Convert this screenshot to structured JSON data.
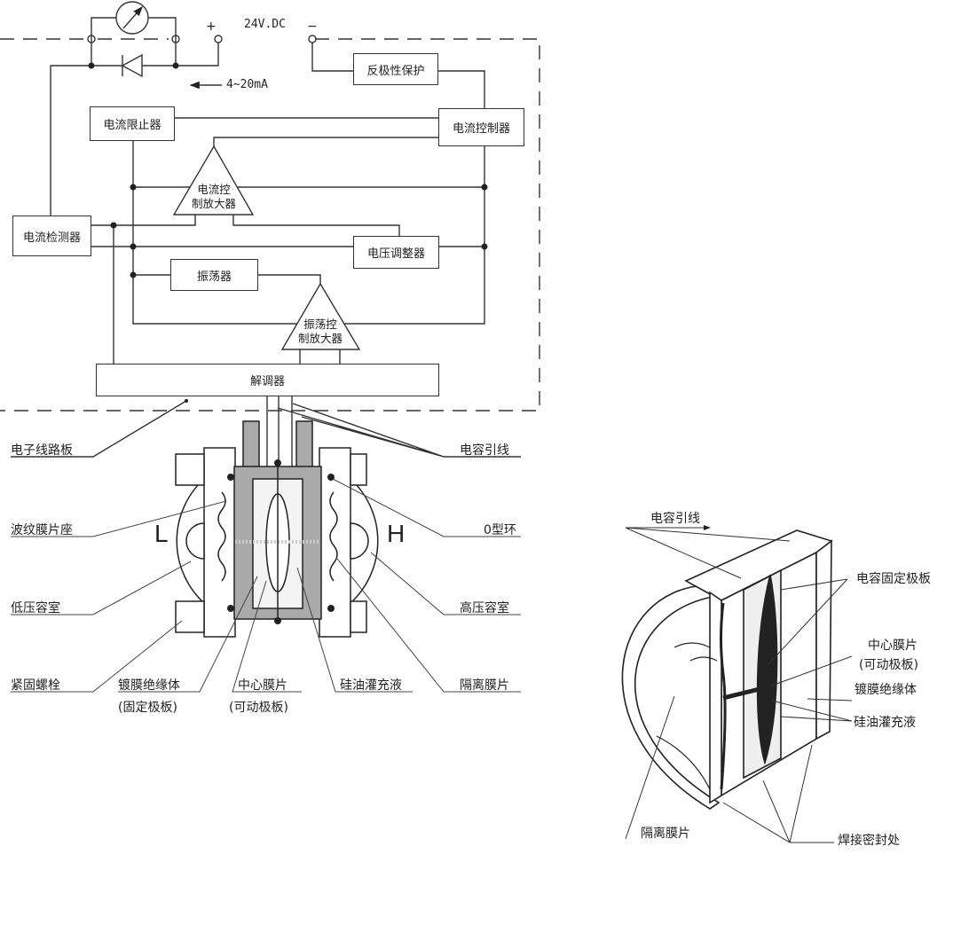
{
  "circuit": {
    "supply": "24V.DC",
    "plus": "+",
    "minus": "−",
    "current_range": "4~20mA",
    "blocks": {
      "reverse_polarity": "反极性保护",
      "current_limiter": "电流限止器",
      "current_controller": "电流控制器",
      "current_amp_line1": "电流控",
      "current_amp_line2": "制放大器",
      "current_detector": "电流检测器",
      "voltage_regulator": "电压调整器",
      "oscillator": "振荡器",
      "osc_amp_line1": "振荡控",
      "osc_amp_line2": "制放大器",
      "demodulator": "解调器"
    }
  },
  "sensor": {
    "side_low": "L",
    "side_high": "H",
    "labels": {
      "circuit_board": "电子线路板",
      "bellows_seat": "波纹膜片座",
      "low_chamber": "低压容室",
      "bolt": "紧固螺栓",
      "insulator": "镀膜绝缘体",
      "insulator_sub": "(固定极板)",
      "center_diaphragm": "中心膜片",
      "center_diaphragm_sub": "(可动极板)",
      "silicone_oil": "硅油灌充液",
      "cap_leads": "电容引线",
      "o_ring": "0型环",
      "high_chamber": "高压容室",
      "isolating_diaphragm": "隔离膜片"
    }
  },
  "cutaway": {
    "labels": {
      "cap_leads": "电容引线",
      "fixed_plate": "电容固定极板",
      "center_diaphragm": "中心膜片",
      "center_diaphragm_sub": "(可动极板)",
      "insulator": "镀膜绝缘体",
      "silicone_oil": "硅油灌充液",
      "isolating_diaphragm": "隔离膜片",
      "weld_seal": "焊接密封处"
    }
  }
}
